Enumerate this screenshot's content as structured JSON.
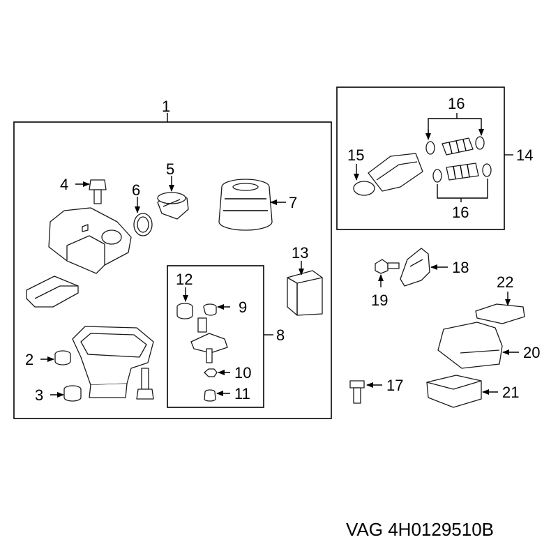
{
  "callouts": {
    "c1": "1",
    "c2": "2",
    "c3": "3",
    "c4": "4",
    "c5": "5",
    "c6": "6",
    "c7": "7",
    "c8": "8",
    "c9": "9",
    "c10": "10",
    "c11": "11",
    "c12": "12",
    "c13": "13",
    "c14": "14",
    "c15": "15",
    "c16a": "16",
    "c16b": "16",
    "c17": "17",
    "c18": "18",
    "c19": "19",
    "c20": "20",
    "c21": "21",
    "c22": "22"
  },
  "caption": "VAG 4H0129510B"
}
